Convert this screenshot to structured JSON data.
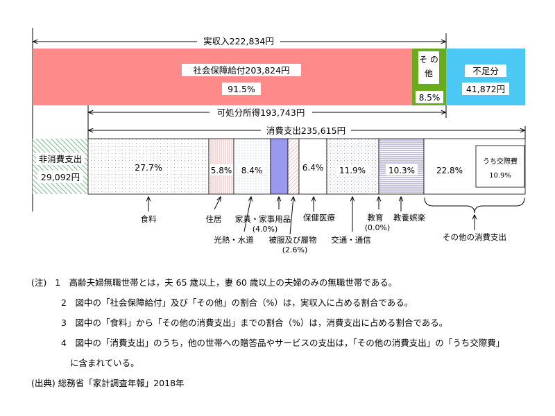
{
  "chart_data": {
    "type": "bar",
    "title": "",
    "rows": [
      {
        "name": "income",
        "total_label": "実収入222,834円",
        "segments": [
          {
            "key": "social_security",
            "label": "社会保障給付203,824円",
            "percent_label": "91.5%",
            "share": 91.5,
            "color": "#ff8a8a"
          },
          {
            "key": "other_income",
            "label_top": "そ の",
            "label_bottom": "他",
            "percent_label": "8.5%",
            "share": 8.5,
            "color": "#6aaa1e"
          },
          {
            "key": "shortfall",
            "label": "不足分",
            "amount_label": "41,872円",
            "color": "#4cc8f5"
          }
        ]
      },
      {
        "name": "disposable_income",
        "total_label": "可処分所得193,743円"
      },
      {
        "name": "consumption",
        "total_label": "消費支出235,615円",
        "non_consumption": {
          "label": "非消費支出",
          "amount_label": "29,092円"
        },
        "segments": [
          {
            "key": "food",
            "category": "食料",
            "percent_label": "27.7%",
            "share": 27.7
          },
          {
            "key": "housing",
            "category": "住居",
            "percent_label": "5.8%",
            "share": 5.8
          },
          {
            "key": "utilities",
            "category": "光熱・水道",
            "percent_label": "8.4%",
            "share": 8.4
          },
          {
            "key": "furniture",
            "category": "家具・家事用品",
            "sub": "(4.0%)",
            "share": 4.0
          },
          {
            "key": "clothing",
            "category": "被服及び履物",
            "sub": "(2.6%)",
            "share": 2.6
          },
          {
            "key": "medical",
            "category": "保健医療",
            "percent_label": "6.4%",
            "share": 6.4
          },
          {
            "key": "transport",
            "category": "交通・通信",
            "percent_label": "11.9%",
            "share": 11.9
          },
          {
            "key": "education",
            "category": "教育",
            "sub": "(0.0%)",
            "share": 0.0
          },
          {
            "key": "recreation",
            "category": "教養娯楽",
            "percent_label": "10.3%",
            "share": 10.3
          },
          {
            "key": "other",
            "category": "その他の消費支出",
            "percent_label": "22.8%",
            "share": 22.8,
            "inner_label": "うち交際費",
            "inner_value": "10.9%"
          }
        ]
      }
    ],
    "colors": {
      "furniture": "#9999ee",
      "clothing_hatch": "#ee8888",
      "housing_hatch": "#ee9999",
      "nonconsumption_hatch": "#55aa66",
      "food_dots": "#aaaaaa",
      "utilities_dots": "#88aacc",
      "transport_dots": "#9999cc",
      "recreation_lines": "#7777bb",
      "line": "#000000"
    }
  },
  "notes": {
    "marker": "(注)",
    "items": [
      "1　高齢夫婦無職世帯とは，夫 65 歳以上，妻 60 歳以上の夫婦のみの無職世帯である。",
      "2　図中の「社会保障給付」及び「その他」の割合（%）は，実収入に占める割合である。",
      "3　図中の「食料」から「その他の消費支出」までの割合（%）は，消費支出に占める割合である。",
      "4　図中の「消費支出」のうち，他の世帯への贈答品やサービスの支出は，「その他の消費支出」の「うち交際費」",
      "に含まれている。"
    ],
    "source": "(出典) 総務省「家計調査年報」2018年"
  }
}
